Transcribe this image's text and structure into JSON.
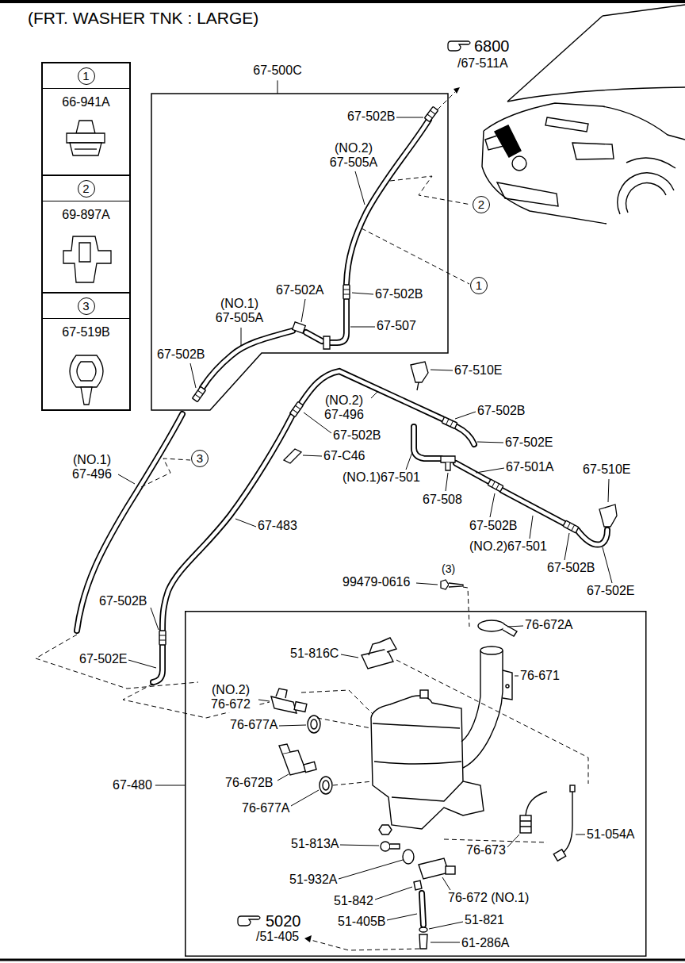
{
  "diagram": {
    "title": "(FRT. WASHER TNK : LARGE)",
    "nodes": [
      {
        "text": [
          "1",
          "66-941A"
        ]
      },
      {
        "text": [
          "2",
          "69-897A"
        ]
      },
      {
        "text": [
          "3",
          "67-519B"
        ]
      },
      {
        "text": [
          "67-500C"
        ]
      },
      {
        "text": [
          "67-480"
        ]
      }
    ],
    "labels": [
      "6800",
      "/67-511A",
      "67-502B",
      "(NO.2) 67-505A",
      "67-502A",
      "67-502B",
      "(NO.1) 67-505A",
      "67-507",
      "67-502B",
      "2",
      "1",
      "67-510E",
      "(NO.2) 67-496",
      "67-502B",
      "67-502B",
      "67-502E",
      "67-C46",
      "(NO.1)67-501",
      "67-501A",
      "67-508",
      "67-510E",
      "67-502B",
      "(NO.2)67-501",
      "67-502B",
      "67-502E",
      "(NO.1) 67-496",
      "3",
      "67-483",
      "67-502B",
      "67-502E",
      "(3)",
      "99479-0616",
      "76-672A",
      "51-816C",
      "76-671",
      "(NO.2) 76-672",
      "76-677A",
      "76-672B",
      "76-677A",
      "51-813A",
      "76-673",
      "51-054A",
      "51-932A",
      "51-842",
      "76-672 (NO.1)",
      "51-405B",
      "51-821",
      "5020",
      "/51-405",
      "61-286A"
    ]
  }
}
